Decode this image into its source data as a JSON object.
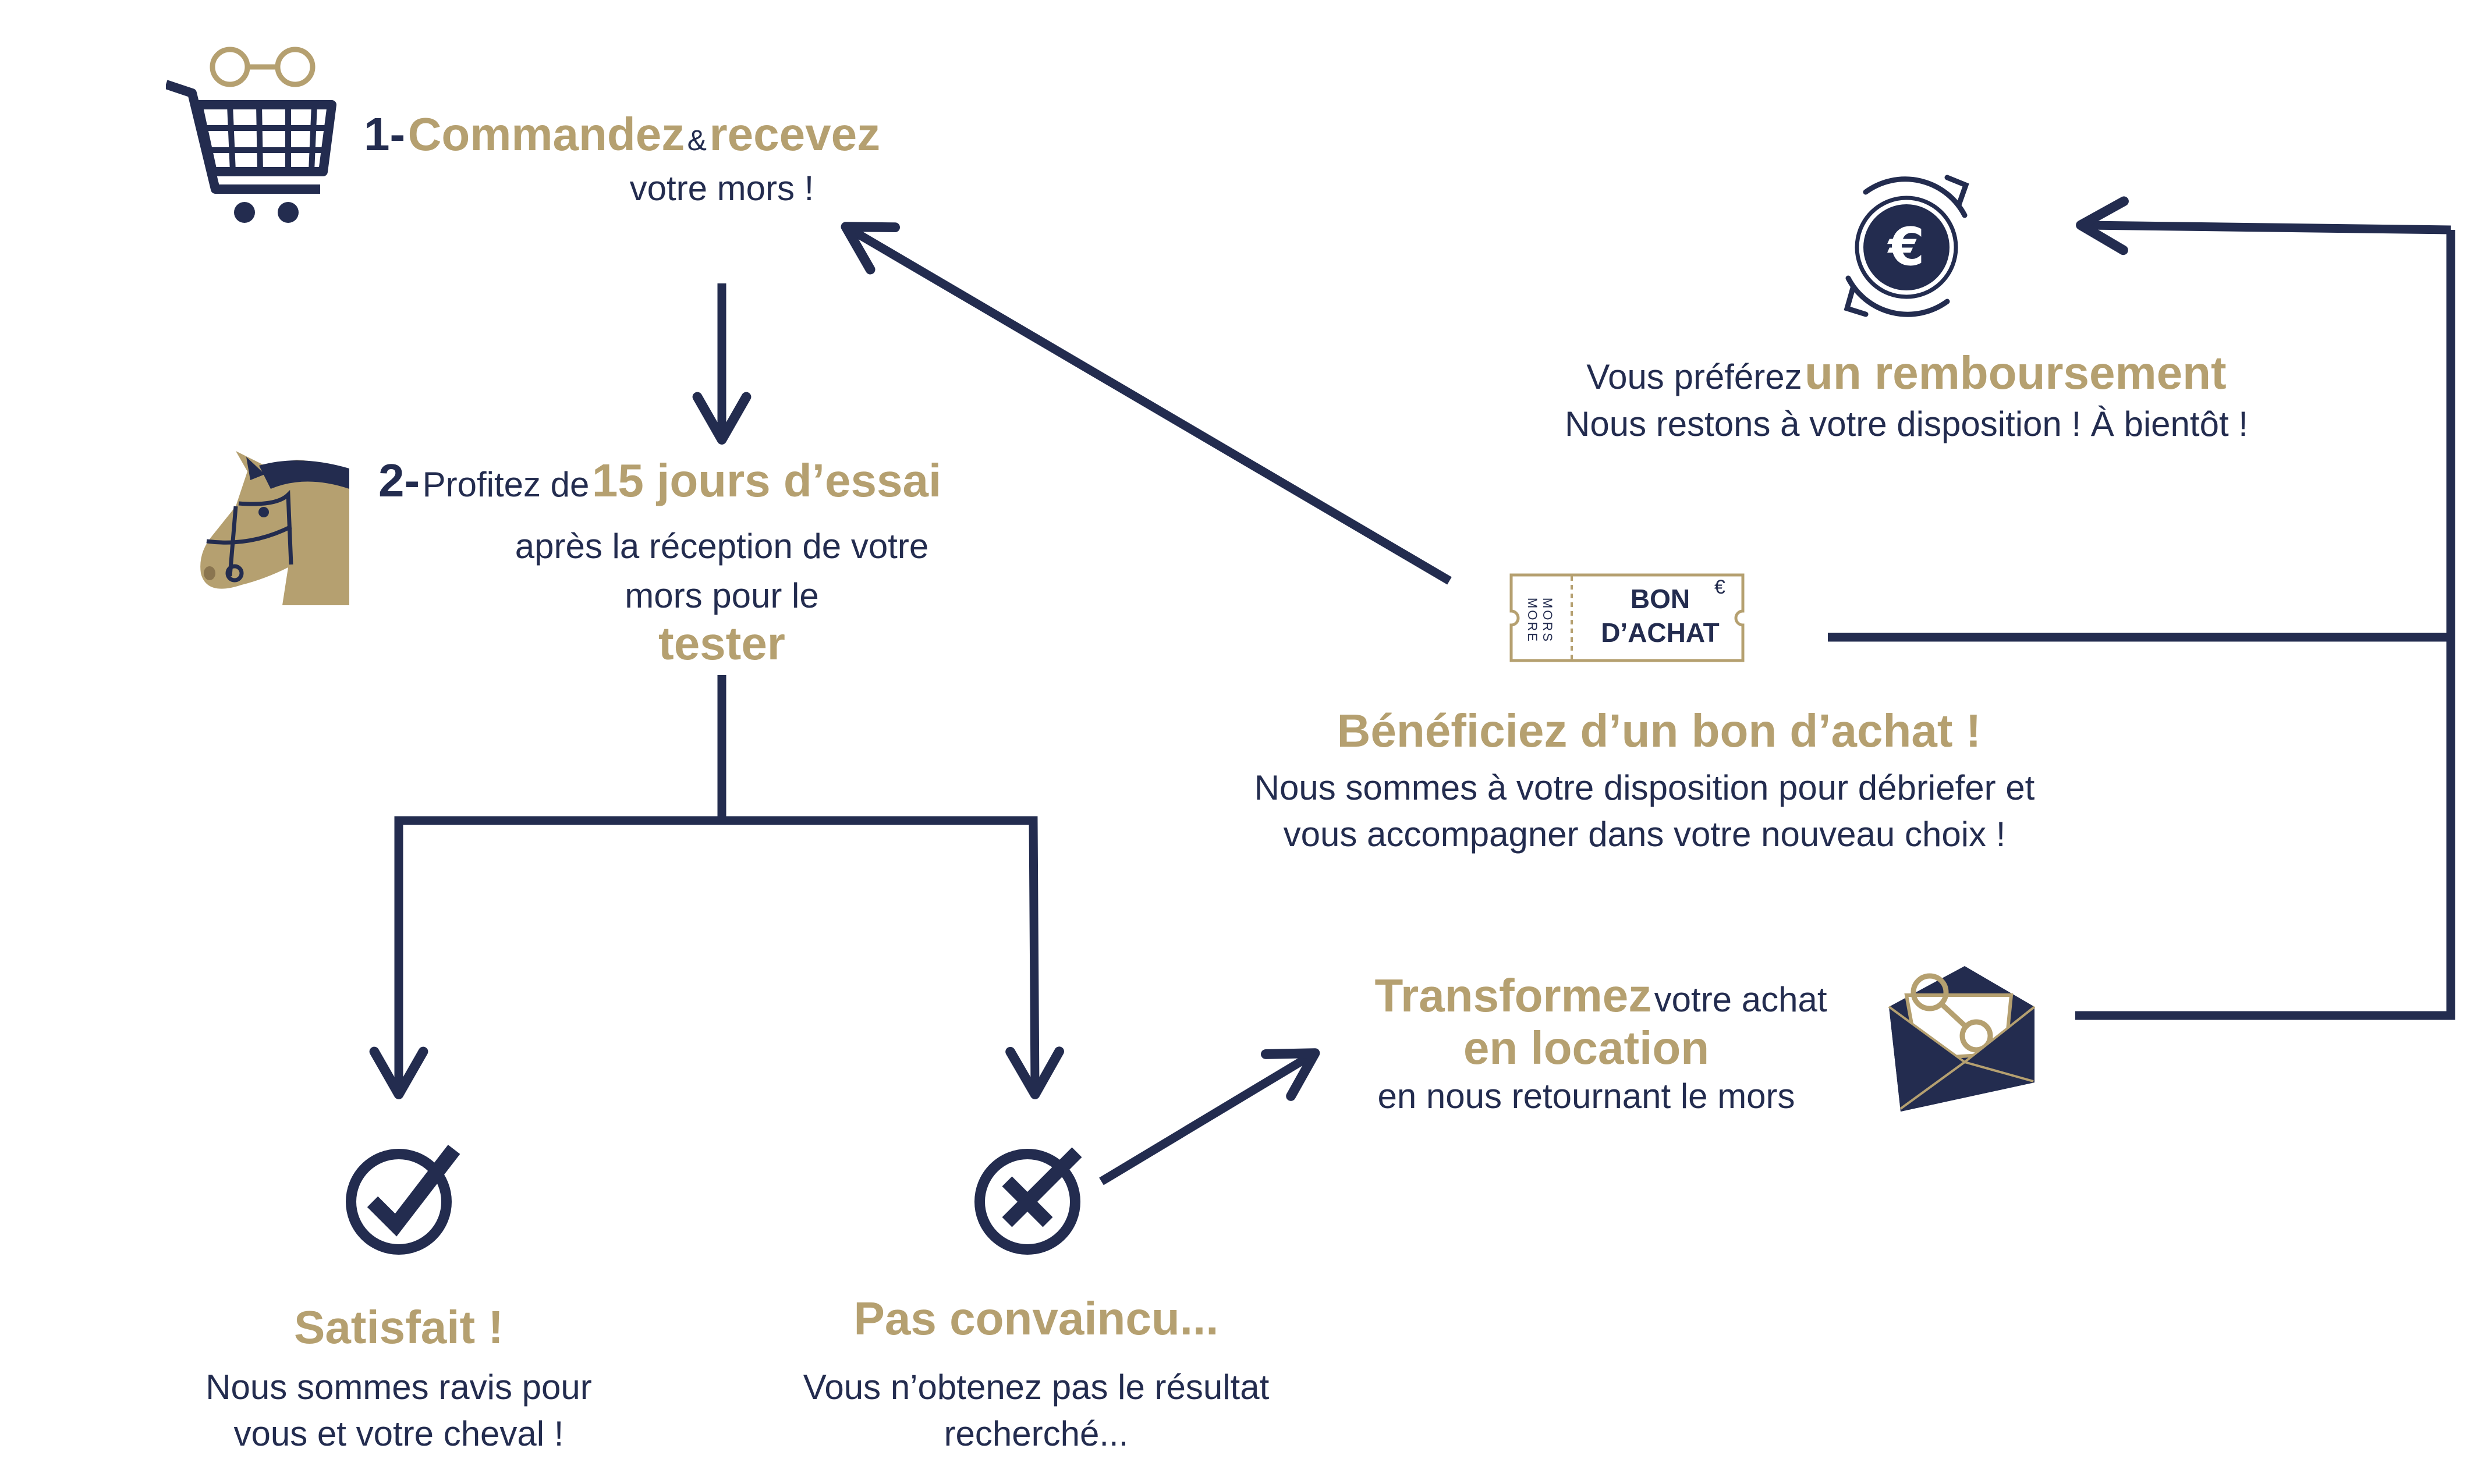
{
  "colors": {
    "navy": "#232c4f",
    "gold": "#b5a070"
  },
  "icons": [
    "cart-icon",
    "horse-head-icon",
    "check-circle-icon",
    "x-circle-icon",
    "euro-refresh-icon",
    "voucher-icon",
    "envelope-bit-icon"
  ],
  "step1": {
    "number": "1-",
    "highlight_a": "Commandez",
    "connector": "&",
    "highlight_b": "recevez",
    "sub": "votre mors !"
  },
  "step2": {
    "number": "2-",
    "lead": "Profitez de",
    "highlight": "15 jours d’essai",
    "line2": "après la réception de votre",
    "line3": "mors pour le",
    "highlight2": "tester"
  },
  "satisfied": {
    "title": "Satisfait !",
    "line1": "Nous sommes ravis pour",
    "line2": "vous et votre cheval !"
  },
  "not_convinced": {
    "title": "Pas convaincu...",
    "line1": "Vous n’obtenez pas le résultat",
    "line2": "recherché..."
  },
  "transform": {
    "highlight": "Transformez",
    "rest": "votre achat",
    "highlight2": "en location",
    "sub": "en nous retournant le mors"
  },
  "voucher_ticket": {
    "stub": "MORS MORE",
    "line1": "BON",
    "line2": "D’ACHAT"
  },
  "voucher": {
    "title": "Bénéficiez d’un bon d’achat !",
    "line1": "Nous sommes à votre disposition pour débriefer et",
    "line2": "vous accompagner dans votre nouveau choix !"
  },
  "refund": {
    "lead": "Vous préférez",
    "highlight": "un remboursement",
    "line2": "Nous restons à votre disposition ! À bientôt !"
  }
}
